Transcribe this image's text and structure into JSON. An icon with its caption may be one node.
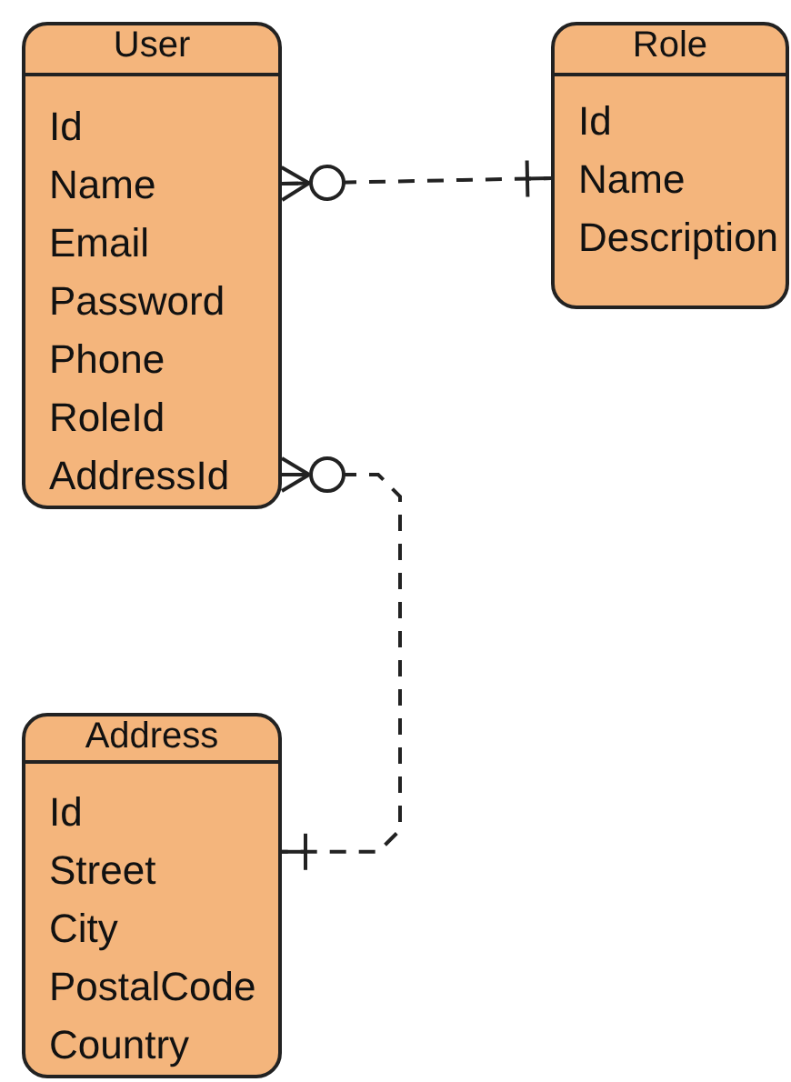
{
  "diagram": {
    "nodes": [
      {
        "text": [
          "User",
          "Id",
          "Name",
          "Email",
          "Password",
          "Phone",
          "RoleId",
          "AddressId"
        ]
      },
      {
        "text": [
          "Role",
          "Id",
          "Name",
          "Description"
        ]
      },
      {
        "text": [
          "Address",
          "Id",
          "Street",
          "City",
          "PostalCode",
          "Country"
        ]
      }
    ],
    "edges": [
      {
        "from": 0,
        "to": 1,
        "arrow": "other",
        "style": "dashed"
      },
      {
        "from": 0,
        "to": 2,
        "arrow": "other",
        "style": "dashed"
      }
    ]
  }
}
